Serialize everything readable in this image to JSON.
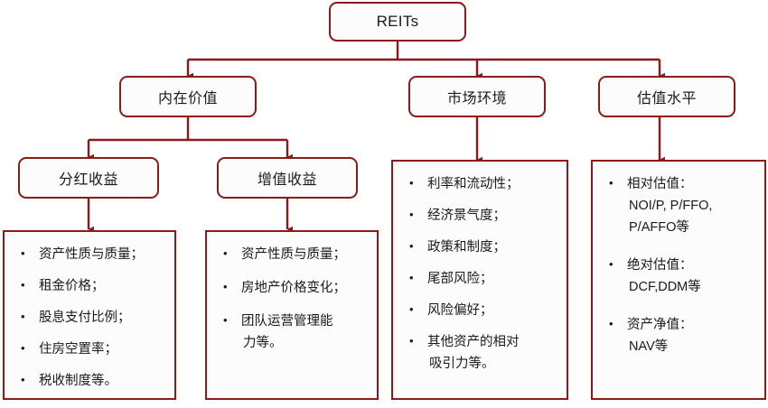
{
  "diagram": {
    "title": "REITs analysis framework",
    "accent_color": "#8B1A1A",
    "background_color": "#FFFFFF",
    "text_color": "#1A1A1A"
  },
  "root": {
    "label": "REITs"
  },
  "level2": [
    {
      "label": "内在价值"
    },
    {
      "label": "市场环境"
    },
    {
      "label": "估值水平"
    }
  ],
  "level3": [
    {
      "label": "分红收益"
    },
    {
      "label": "增值收益"
    }
  ],
  "lists": {
    "dividend": {
      "items": [
        {
          "text": "资产性质与质量；",
          "sub": ""
        },
        {
          "text": "租金价格；",
          "sub": ""
        },
        {
          "text": "股息支付比例；",
          "sub": ""
        },
        {
          "text": "住房空置率；",
          "sub": ""
        },
        {
          "text": "税收制度等。",
          "sub": ""
        }
      ]
    },
    "appreciation": {
      "items": [
        {
          "text": "资产性质与质量；",
          "sub": ""
        },
        {
          "text": "房地产价格变化；",
          "sub": ""
        },
        {
          "text": "团队运营管理能",
          "sub": "力等。"
        }
      ]
    },
    "market": {
      "items": [
        {
          "text": "利率和流动性；",
          "sub": ""
        },
        {
          "text": "经济景气度；",
          "sub": ""
        },
        {
          "text": "政策和制度；",
          "sub": ""
        },
        {
          "text": "尾部风险；",
          "sub": ""
        },
        {
          "text": "风险偏好；",
          "sub": ""
        },
        {
          "text": "其他资产的相对",
          "sub": "吸引力等。"
        }
      ]
    },
    "valuation": {
      "items": [
        {
          "text": "相对估值：",
          "sub": "NOI/P, P/FFO,",
          "sub2": "P/AFFO等"
        },
        {
          "text": "绝对估值：",
          "sub": "DCF,DDM等"
        },
        {
          "text": "资产净值：",
          "sub": "NAV等"
        }
      ]
    }
  }
}
